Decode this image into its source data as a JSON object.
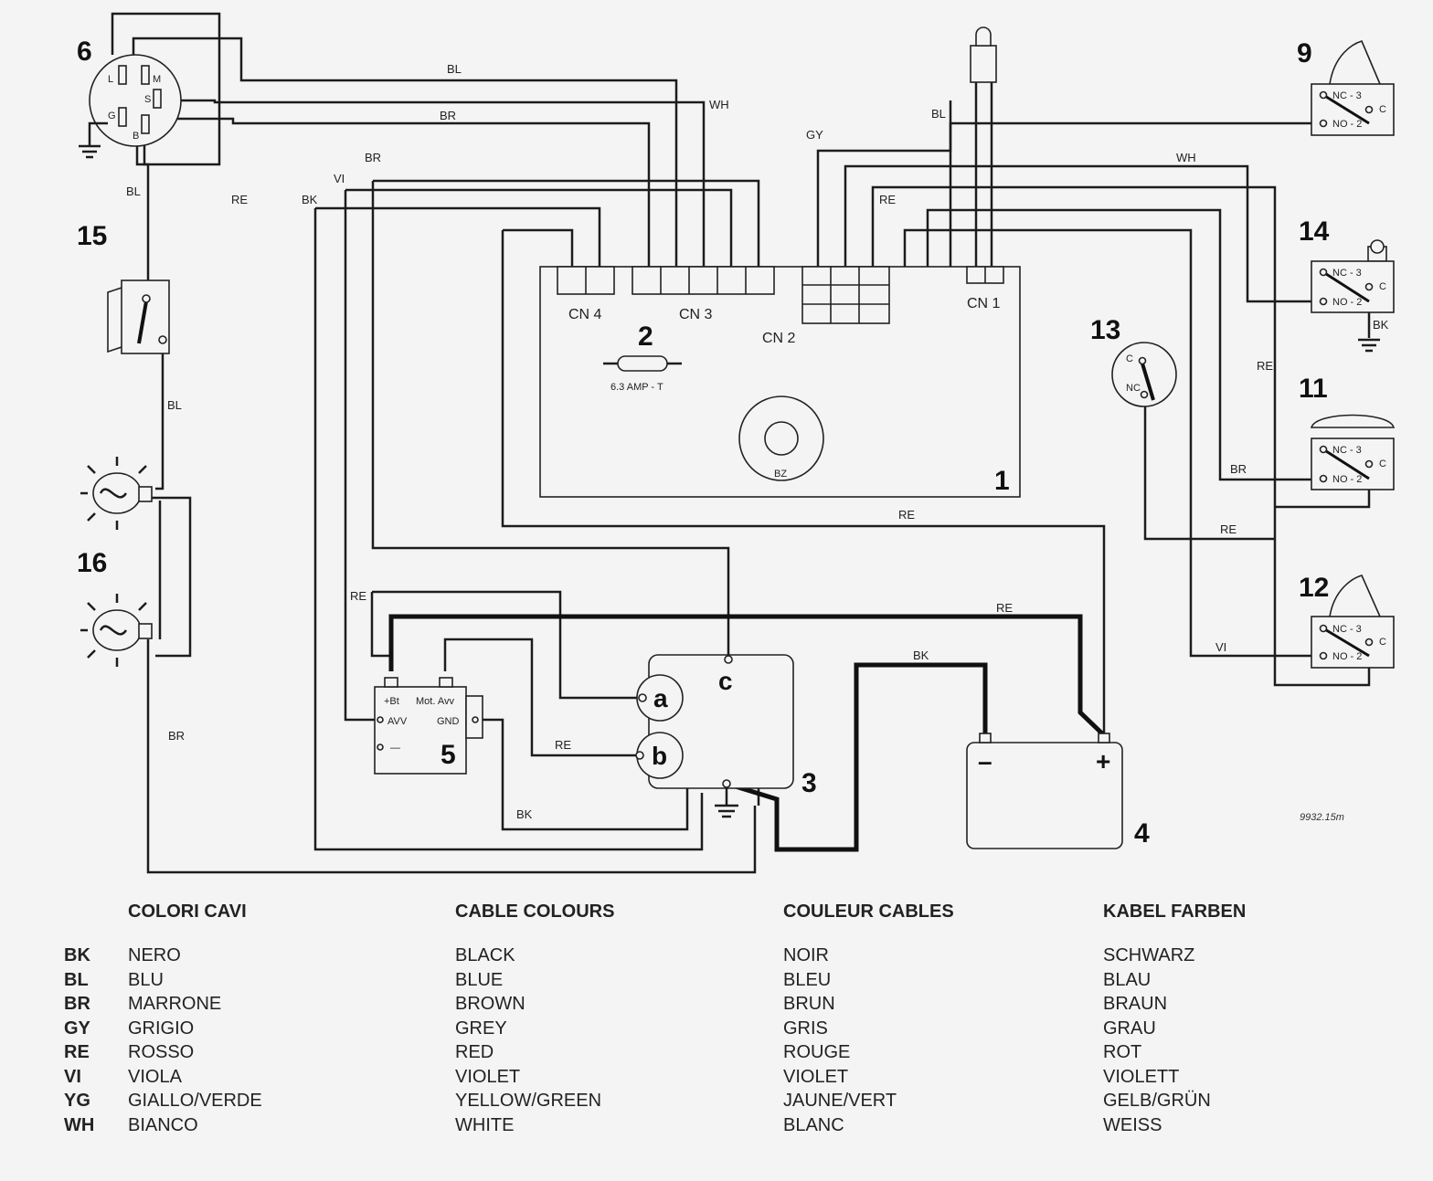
{
  "components": {
    "n1": "1",
    "n2": "2",
    "n3": "3",
    "n4": "4",
    "n5": "5",
    "n6": "6",
    "n9": "9",
    "n11": "11",
    "n12": "12",
    "n13": "13",
    "n14": "14",
    "n15": "15",
    "n16": "16"
  },
  "connectors": {
    "cn1": "CN 1",
    "cn2": "CN 2",
    "cn3": "CN 3",
    "cn4": "CN 4"
  },
  "fuse": "6.3 AMP - T",
  "buzzer": "BZ",
  "key_switch": {
    "L": "L",
    "M": "M",
    "S": "S",
    "G": "G",
    "B": "B"
  },
  "microswitch": {
    "nc": "NC - 3",
    "no": "NO - 2",
    "c": "C"
  },
  "switch13": {
    "c": "C",
    "nc": "NC"
  },
  "module5": {
    "bt": "+Bt",
    "mot": "Mot. Avv",
    "avv": "AVV",
    "gnd": "GND",
    "minus": "—"
  },
  "motor_terminals": {
    "a": "a",
    "b": "b",
    "c": "c"
  },
  "battery": {
    "minus": "–",
    "plus": "+"
  },
  "wire_labels": {
    "bl_top": "BL",
    "br_top": "BR",
    "wh_top": "WH",
    "br_mid": "BR",
    "vi_mid": "VI",
    "bk_mid": "BK",
    "re_left": "RE",
    "bl_left": "BL",
    "bl_lamp": "BL",
    "br_left": "BR",
    "gy": "GY",
    "bl_cn1": "BL",
    "re_cn2": "RE",
    "wh_right": "WH",
    "bk_14": "BK",
    "re_right": "RE",
    "br_11": "BR",
    "re_mid": "RE",
    "re_13": "RE",
    "vi_12": "VI",
    "re_5": "RE",
    "re_long": "RE",
    "bk_batt": "BK",
    "re_b": "RE",
    "bk_bottom": "BK"
  },
  "drawing_code": "9932.15m",
  "legend": {
    "codes": [
      "BK",
      "BL",
      "BR",
      "GY",
      "RE",
      "VI",
      "YG",
      "WH"
    ],
    "columns": [
      {
        "heading": "COLORI CAVI",
        "items": [
          "NERO",
          "BLU",
          "MARRONE",
          "GRIGIO",
          "ROSSO",
          "VIOLA",
          "GIALLO/VERDE",
          "BIANCO"
        ]
      },
      {
        "heading": "CABLE COLOURS",
        "items": [
          "BLACK",
          "BLUE",
          "BROWN",
          "GREY",
          "RED",
          "VIOLET",
          "YELLOW/GREEN",
          "WHITE"
        ]
      },
      {
        "heading": "COULEUR CABLES",
        "items": [
          "NOIR",
          "BLEU",
          "BRUN",
          "GRIS",
          "ROUGE",
          "VIOLET",
          "JAUNE/VERT",
          "BLANC"
        ]
      },
      {
        "heading": "KABEL FARBEN",
        "items": [
          "SCHWARZ",
          "BLAU",
          "BRAUN",
          "GRAU",
          "ROT",
          "VIOLETT",
          "GELB/GRÜN",
          "WEISS"
        ]
      }
    ]
  }
}
